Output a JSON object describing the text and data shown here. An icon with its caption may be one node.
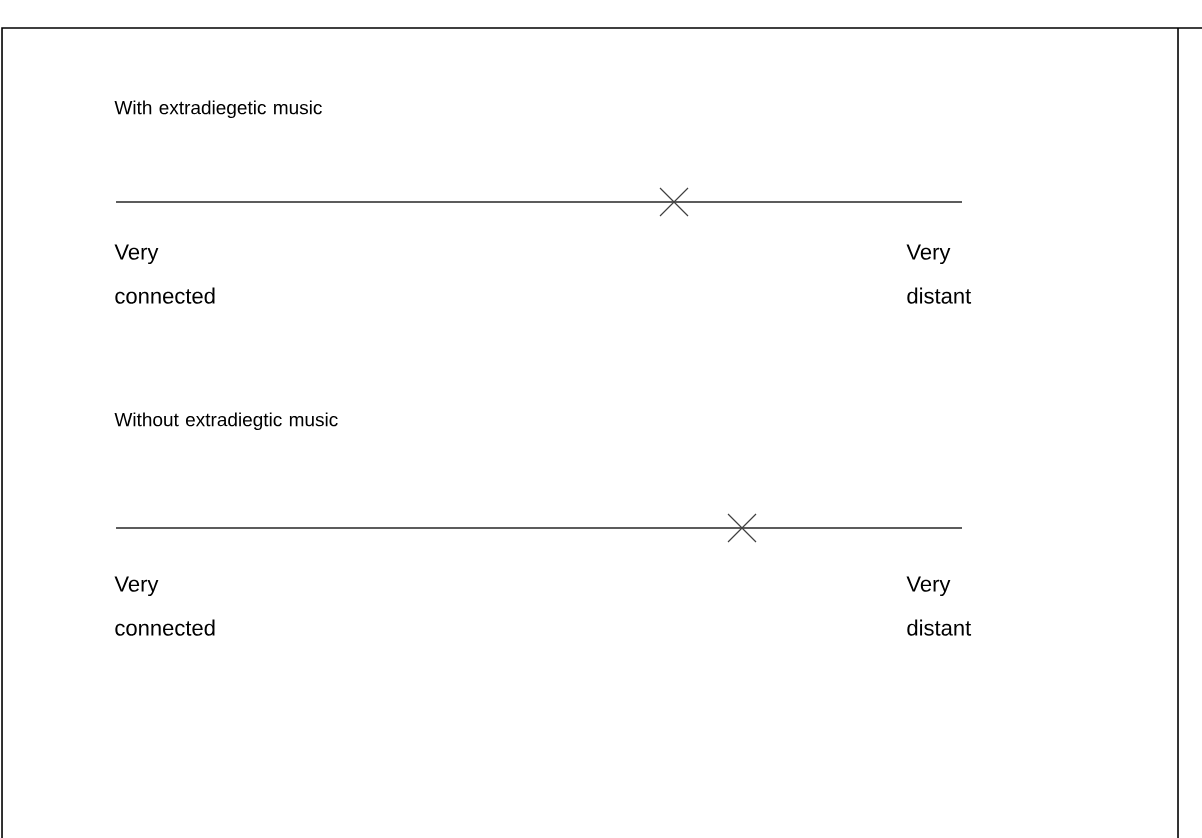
{
  "diagram": {
    "labels": [
      "With extradiegetic music",
      "Very connected",
      "Very distant",
      "Without extradiegtic music",
      "Very connected",
      "Very distant"
    ]
  }
}
